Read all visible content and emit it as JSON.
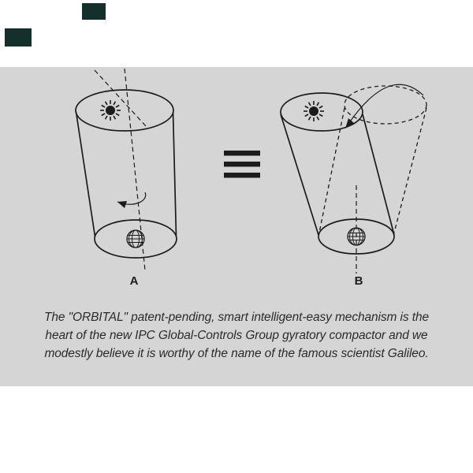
{
  "page": {
    "background": "#ffffff",
    "panel_color": "#d5d5d5",
    "ink": "#1c1c1c",
    "accent_dark": "#14302c"
  },
  "figure": {
    "label_a": "A",
    "label_b": "B",
    "equivalence_symbol": "≡",
    "icons": [
      "sun-icon",
      "globe-icon",
      "rotation-arrow-icon",
      "gyration-arrow-icon",
      "tilt-axis-dashed-line",
      "orbit-ellipse-dashed"
    ]
  },
  "caption": {
    "lines": [
      "The \"ORBITAL\" patent-pending, smart intelligent-easy mechanism is the",
      "heart of the new IPC Global-Controls Group gyratory compactor and we",
      "modestly believe it is worthy of the name of the famous scientist Galileo."
    ]
  }
}
